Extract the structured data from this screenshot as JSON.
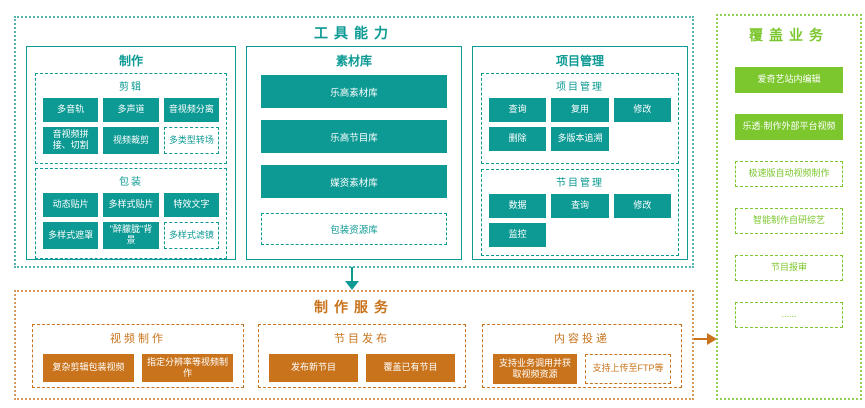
{
  "colors": {
    "teal": "#0d9a94",
    "orange": "#c9741c",
    "green": "#7cc62e"
  },
  "tool_capability": {
    "title": "工具能力",
    "production": {
      "title": "制作",
      "groups": [
        {
          "title": "剪辑",
          "items": [
            {
              "label": "多音轨",
              "style": "solid"
            },
            {
              "label": "多声道",
              "style": "solid"
            },
            {
              "label": "音视频分离",
              "style": "solid"
            },
            {
              "label": "音视频拼接、切割",
              "style": "solid"
            },
            {
              "label": "视频裁剪",
              "style": "solid"
            },
            {
              "label": "多类型转场",
              "style": "outline"
            }
          ]
        },
        {
          "title": "包装",
          "items": [
            {
              "label": "动态贴片",
              "style": "solid"
            },
            {
              "label": "多样式贴片",
              "style": "solid"
            },
            {
              "label": "特效文字",
              "style": "solid"
            },
            {
              "label": "多样式遮罩",
              "style": "solid"
            },
            {
              "label": "\"醉朦胧\"背景",
              "style": "solid"
            },
            {
              "label": "多样式滤镜",
              "style": "outline"
            }
          ]
        }
      ]
    },
    "material_library": {
      "title": "素材库",
      "items": [
        {
          "label": "乐高素材库",
          "style": "solid"
        },
        {
          "label": "乐高节目库",
          "style": "solid"
        },
        {
          "label": "媒资素材库",
          "style": "solid"
        },
        {
          "label": "包装资源库",
          "style": "outline"
        }
      ]
    },
    "project_management": {
      "title": "项目管理",
      "groups": [
        {
          "title": "项目管理",
          "items": [
            "查询",
            "复用",
            "修改",
            "删除",
            "多版本追溯"
          ]
        },
        {
          "title": "节目管理",
          "items": [
            "数据",
            "查询",
            "修改",
            "监控"
          ]
        }
      ]
    }
  },
  "production_service": {
    "title": "制作服务",
    "groups": [
      {
        "title": "视频制作",
        "items": [
          {
            "label": "复杂剪辑包装视频",
            "style": "solid"
          },
          {
            "label": "指定分辨率等视频制作",
            "style": "solid"
          }
        ]
      },
      {
        "title": "节目发布",
        "items": [
          {
            "label": "发布新节目",
            "style": "solid"
          },
          {
            "label": "覆盖已有节目",
            "style": "solid"
          }
        ]
      },
      {
        "title": "内容投递",
        "items": [
          {
            "label": "支持业务调用并获取视频资源",
            "style": "solid"
          },
          {
            "label": "支持上传至FTP等",
            "style": "outline"
          }
        ]
      }
    ]
  },
  "coverage_business": {
    "title": "覆盖业务",
    "items": [
      {
        "label": "爱奇艺站内编辑",
        "style": "solid"
      },
      {
        "label": "乐透·制作外部平台视频",
        "style": "solid"
      },
      {
        "label": "极速版自动视频制作",
        "style": "outline"
      },
      {
        "label": "智能制作自研综艺",
        "style": "outline"
      },
      {
        "label": "节目报审",
        "style": "outline"
      },
      {
        "label": "......",
        "style": "outline"
      }
    ]
  }
}
